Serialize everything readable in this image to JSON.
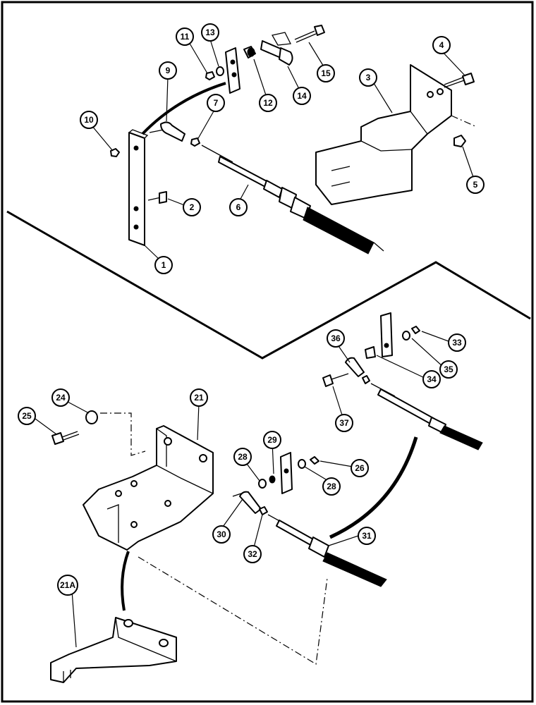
{
  "diagram": {
    "callouts": [
      {
        "id": "c1",
        "label": "1"
      },
      {
        "id": "c2",
        "label": "2"
      },
      {
        "id": "c3",
        "label": "3"
      },
      {
        "id": "c4",
        "label": "4"
      },
      {
        "id": "c5",
        "label": "5"
      },
      {
        "id": "c6",
        "label": "6"
      },
      {
        "id": "c7",
        "label": "7"
      },
      {
        "id": "c9",
        "label": "9"
      },
      {
        "id": "c10",
        "label": "10"
      },
      {
        "id": "c11",
        "label": "11"
      },
      {
        "id": "c12",
        "label": "12"
      },
      {
        "id": "c13",
        "label": "13"
      },
      {
        "id": "c14",
        "label": "14"
      },
      {
        "id": "c15",
        "label": "15"
      },
      {
        "id": "c21",
        "label": "21"
      },
      {
        "id": "c21A",
        "label": "21A"
      },
      {
        "id": "c24",
        "label": "24"
      },
      {
        "id": "c25",
        "label": "25"
      },
      {
        "id": "c26",
        "label": "26"
      },
      {
        "id": "c28a",
        "label": "28"
      },
      {
        "id": "c28b",
        "label": "28"
      },
      {
        "id": "c29",
        "label": "29"
      },
      {
        "id": "c30",
        "label": "30"
      },
      {
        "id": "c31",
        "label": "31"
      },
      {
        "id": "c32",
        "label": "32"
      },
      {
        "id": "c33",
        "label": "33"
      },
      {
        "id": "c34",
        "label": "34"
      },
      {
        "id": "c35",
        "label": "35"
      },
      {
        "id": "c36",
        "label": "36"
      },
      {
        "id": "c37",
        "label": "37"
      }
    ]
  }
}
